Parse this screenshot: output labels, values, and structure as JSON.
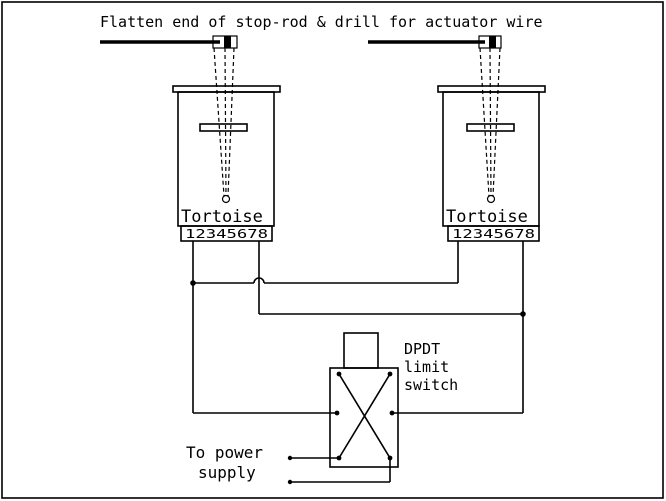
{
  "diagram": {
    "caption": "Flatten end of stop-rod & drill for actuator wire",
    "machines": [
      {
        "label": "Tortoise",
        "pins": "12345678"
      },
      {
        "label": "Tortoise",
        "pins": "12345678"
      }
    ],
    "switch_label": [
      "DPDT",
      "limit",
      "switch"
    ],
    "power_label": [
      "To power",
      "supply"
    ]
  }
}
